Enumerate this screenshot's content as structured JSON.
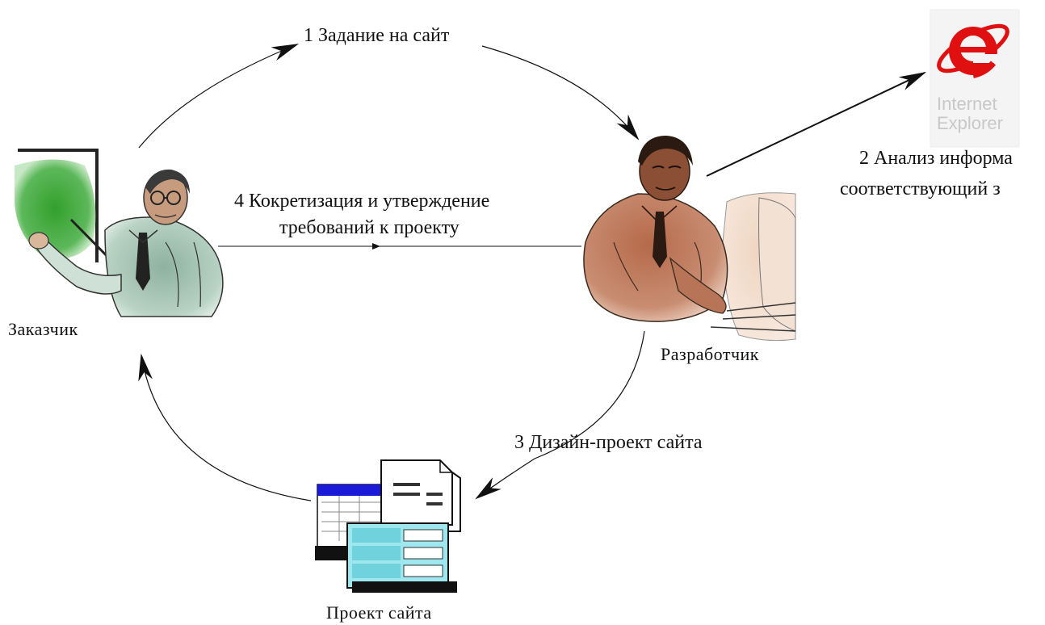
{
  "steps": {
    "step1": "1 Задание на сайт",
    "step2_line1": "2 Анализ информа",
    "step2_line2": "соответствующий з",
    "step3": "3 Дизайн-проект сайта",
    "step4_line1": "4 Кокретизация и утверждение",
    "step4_line2": "требований к проекту"
  },
  "actors": {
    "customer": "Заказчик",
    "developer": "Разработчик",
    "project": "Проект сайта"
  },
  "logo": {
    "name": "Internet Explorer",
    "line1": "Internet",
    "line2": "Explorer"
  }
}
